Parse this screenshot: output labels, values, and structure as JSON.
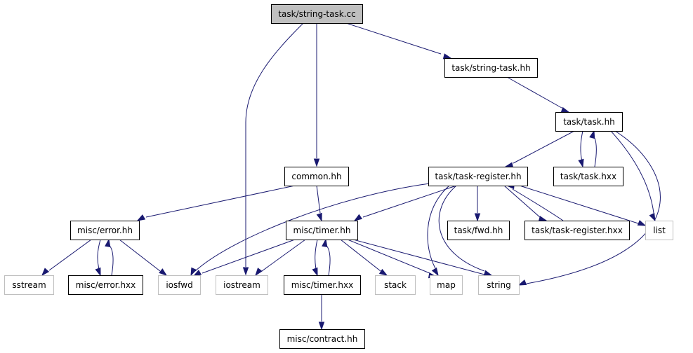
{
  "graph": {
    "colors": {
      "edge": "#191970",
      "node_border": "#000000",
      "external_border": "#bfbfbf",
      "root_fill": "#bfbfbf",
      "node_fill": "#ffffff"
    },
    "nodes": [
      {
        "id": "string_task_cc",
        "label": "task/string-task.cc",
        "style": "root"
      },
      {
        "id": "string_task_hh",
        "label": "task/string-task.hh",
        "style": "normal"
      },
      {
        "id": "task_hh",
        "label": "task/task.hh",
        "style": "normal"
      },
      {
        "id": "common_hh",
        "label": "common.hh",
        "style": "normal"
      },
      {
        "id": "task_register_hh",
        "label": "task/task-register.hh",
        "style": "normal"
      },
      {
        "id": "task_hxx",
        "label": "task/task.hxx",
        "style": "normal"
      },
      {
        "id": "error_hh",
        "label": "misc/error.hh",
        "style": "normal"
      },
      {
        "id": "timer_hh",
        "label": "misc/timer.hh",
        "style": "normal"
      },
      {
        "id": "fwd_hh",
        "label": "task/fwd.hh",
        "style": "normal"
      },
      {
        "id": "task_register_hxx",
        "label": "task/task-register.hxx",
        "style": "normal"
      },
      {
        "id": "list",
        "label": "list",
        "style": "external"
      },
      {
        "id": "sstream",
        "label": "sstream",
        "style": "external"
      },
      {
        "id": "error_hxx",
        "label": "misc/error.hxx",
        "style": "normal"
      },
      {
        "id": "iosfwd",
        "label": "iosfwd",
        "style": "external"
      },
      {
        "id": "iostream",
        "label": "iostream",
        "style": "external"
      },
      {
        "id": "timer_hxx",
        "label": "misc/timer.hxx",
        "style": "normal"
      },
      {
        "id": "stack",
        "label": "stack",
        "style": "external"
      },
      {
        "id": "map",
        "label": "map",
        "style": "external"
      },
      {
        "id": "string",
        "label": "string",
        "style": "external"
      },
      {
        "id": "contract_hh",
        "label": "misc/contract.hh",
        "style": "normal"
      }
    ],
    "edges": [
      {
        "from": "string_task_cc",
        "to": "string_task_hh"
      },
      {
        "from": "string_task_cc",
        "to": "common_hh"
      },
      {
        "from": "string_task_cc",
        "to": "iostream"
      },
      {
        "from": "string_task_hh",
        "to": "task_hh"
      },
      {
        "from": "task_hh",
        "to": "task_register_hh"
      },
      {
        "from": "task_hh",
        "to": "task_hxx"
      },
      {
        "from": "task_hxx",
        "to": "task_hh"
      },
      {
        "from": "task_hh",
        "to": "list"
      },
      {
        "from": "task_hh",
        "to": "string"
      },
      {
        "from": "common_hh",
        "to": "error_hh"
      },
      {
        "from": "common_hh",
        "to": "timer_hh"
      },
      {
        "from": "task_register_hh",
        "to": "timer_hh"
      },
      {
        "from": "task_register_hh",
        "to": "iosfwd"
      },
      {
        "from": "task_register_hh",
        "to": "fwd_hh"
      },
      {
        "from": "task_register_hh",
        "to": "task_register_hxx"
      },
      {
        "from": "task_register_hxx",
        "to": "task_register_hh"
      },
      {
        "from": "task_register_hh",
        "to": "list"
      },
      {
        "from": "task_register_hh",
        "to": "map"
      },
      {
        "from": "task_register_hh",
        "to": "string"
      },
      {
        "from": "error_hh",
        "to": "sstream"
      },
      {
        "from": "error_hh",
        "to": "error_hxx"
      },
      {
        "from": "error_hxx",
        "to": "error_hh"
      },
      {
        "from": "error_hh",
        "to": "iosfwd"
      },
      {
        "from": "timer_hh",
        "to": "iosfwd"
      },
      {
        "from": "timer_hh",
        "to": "iostream"
      },
      {
        "from": "timer_hh",
        "to": "timer_hxx"
      },
      {
        "from": "timer_hxx",
        "to": "timer_hh"
      },
      {
        "from": "timer_hh",
        "to": "stack"
      },
      {
        "from": "timer_hh",
        "to": "map"
      },
      {
        "from": "timer_hh",
        "to": "string"
      },
      {
        "from": "timer_hxx",
        "to": "contract_hh"
      }
    ]
  }
}
